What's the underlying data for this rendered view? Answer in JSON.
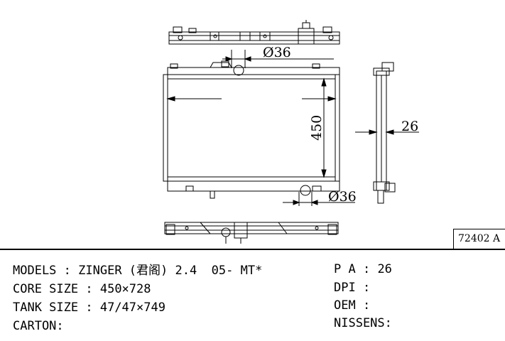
{
  "drawing": {
    "dim_top_diameter": "Ø36",
    "dim_bottom_diameter": "Ø36",
    "dim_core_height": "450",
    "dim_core_thickness": "26",
    "part_code": "72402 A"
  },
  "specs": {
    "models_label": "MODELS",
    "models_value": "ZINGER (君阁) 2.4  05- MT*",
    "core_size_label": "CORE SIZE",
    "core_size_value": "450×728",
    "tank_size_label": "TANK SIZE",
    "tank_size_value": "47/47×749",
    "carton_label": "CARTON:",
    "pa_label": "P A",
    "pa_value": "26",
    "dpi_label": "DPI",
    "dpi_value": "",
    "oem_label": "OEM",
    "oem_value": "",
    "nissens_label": "NISSENS:",
    "nissens_value": ""
  }
}
